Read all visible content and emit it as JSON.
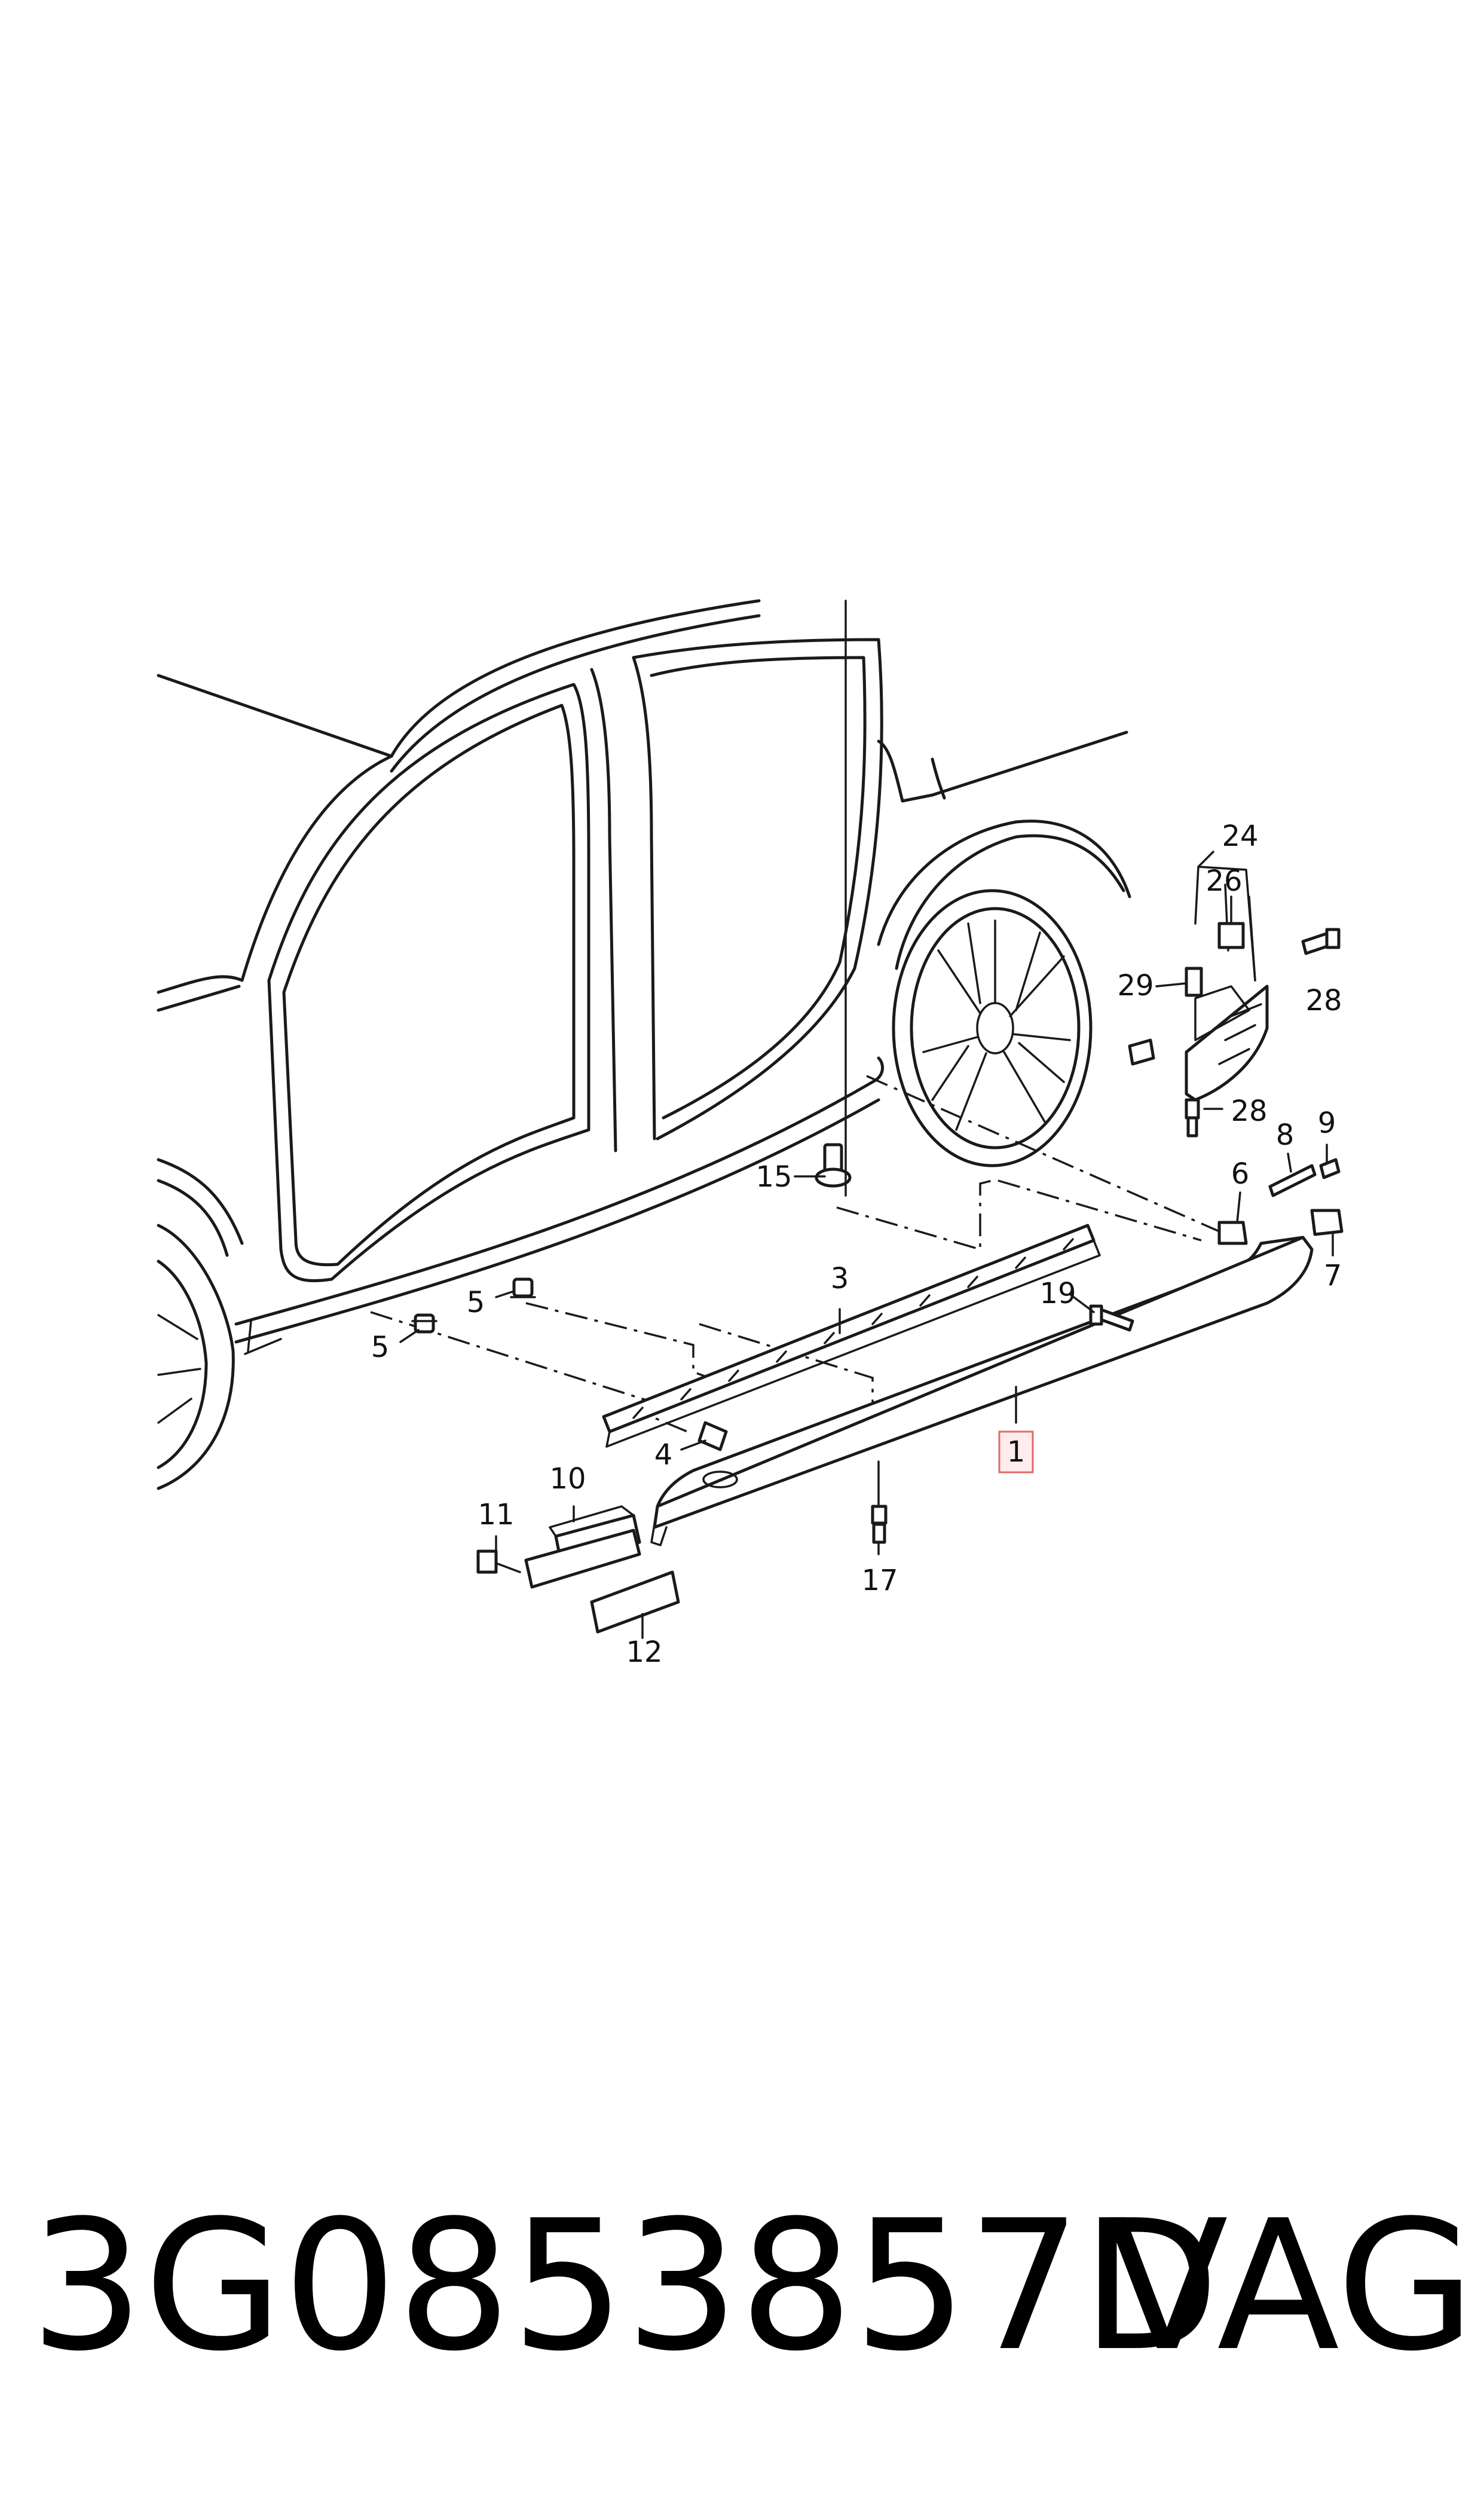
{
  "diagram": {
    "callouts": {
      "c1": "1",
      "c3": "3",
      "c4": "4",
      "c5a": "5",
      "c5b": "5",
      "c6": "6",
      "c7": "7",
      "c8": "8",
      "c9": "9",
      "c10": "10",
      "c11": "11",
      "c12": "12",
      "c15": "15",
      "c17": "17",
      "c19": "19",
      "c24": "24",
      "c26": "26",
      "c28a": "28",
      "c28b": "28",
      "c29": "29"
    },
    "highlight_color": "#e06a6a"
  },
  "footer": {
    "part_number": "3G0853857D",
    "brand": "VAG"
  }
}
